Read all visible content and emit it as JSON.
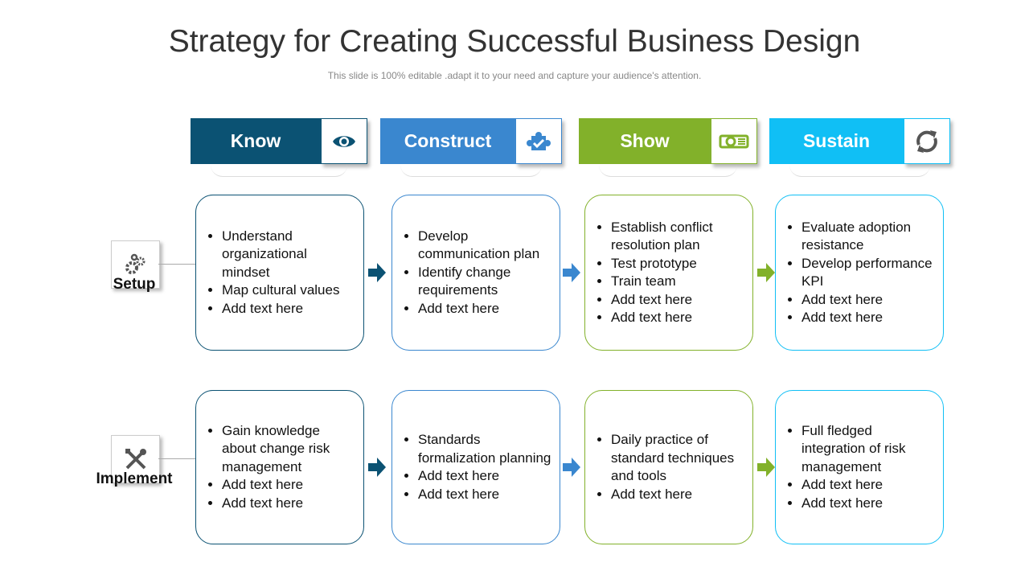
{
  "title": "Strategy for Creating Successful Business Design",
  "subtitle": "This slide is 100% editable .adapt it to your need and capture your audience's attention.",
  "columns": [
    {
      "label": "Know",
      "icon": "eye-icon",
      "color": "#0b5273"
    },
    {
      "label": "Construct",
      "icon": "puzzle-check-icon",
      "color": "#3a87cf"
    },
    {
      "label": "Show",
      "icon": "projector-icon",
      "color": "#82b12a"
    },
    {
      "label": "Sustain",
      "icon": "refresh-icon",
      "color": "#10bff5"
    }
  ],
  "rows": [
    {
      "label": "Setup",
      "icon": "gears-icon",
      "cards": [
        [
          "Understand organizational mindset",
          "Map cultural values",
          "Add text here"
        ],
        [
          "Develop communication plan",
          "Identify change requirements",
          "Add text here"
        ],
        [
          "Establish conflict resolution plan",
          "Test prototype",
          "Train team",
          "Add text here",
          "Add text here"
        ],
        [
          "Evaluate adoption resistance",
          "Develop performance KPI",
          "Add text here",
          "Add text here"
        ]
      ]
    },
    {
      "label": "Implement",
      "icon": "tools-icon",
      "cards": [
        [
          "Gain knowledge about change risk management",
          "Add text here",
          "Add text here"
        ],
        [
          "Standards formalization planning",
          "Add text here",
          "Add text here"
        ],
        [
          "Daily practice of standard techniques and tools",
          "Add text here"
        ],
        [
          "Full fledged integration of risk management",
          "Add text here",
          "Add text here"
        ]
      ]
    }
  ]
}
